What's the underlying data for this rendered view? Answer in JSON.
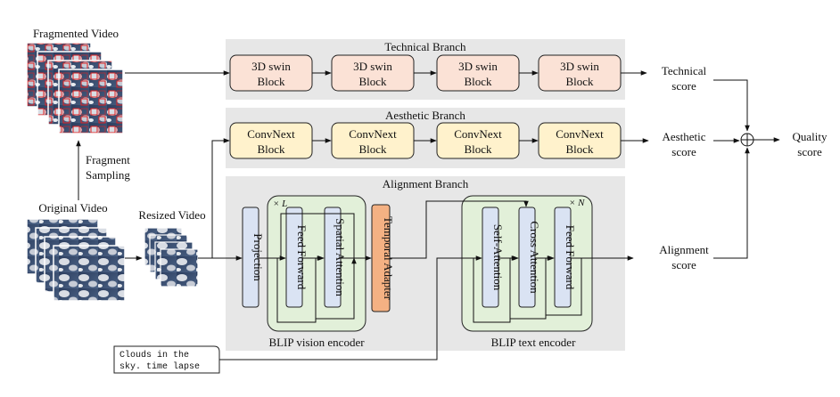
{
  "inputs": {
    "fragmented_video": "Fragmented Video",
    "fragment_sampling": [
      "Fragment",
      "Sampling"
    ],
    "original_video": "Original  Video",
    "resized_video": "Resized Video",
    "text_prompt": [
      "Clouds in the",
      "sky. time lapse"
    ]
  },
  "technical_branch": {
    "title": "Technical Branch",
    "blocks": [
      [
        "3D swin",
        "Block"
      ],
      [
        "3D swin",
        "Block"
      ],
      [
        "3D swin",
        "Block"
      ],
      [
        "3D swin",
        "Block"
      ]
    ],
    "output": [
      "Technical",
      "score"
    ]
  },
  "aesthetic_branch": {
    "title": "Aesthetic Branch",
    "blocks": [
      [
        "ConvNext",
        "Block"
      ],
      [
        "ConvNext",
        "Block"
      ],
      [
        "ConvNext",
        "Block"
      ],
      [
        "ConvNext",
        "Block"
      ]
    ],
    "output": [
      "Aesthetic",
      "score"
    ]
  },
  "alignment_branch": {
    "title": "Alignment Branch",
    "vision_encoder": {
      "label": "BLIP vision encoder",
      "repeat": "× L",
      "modules": [
        "Projection",
        "Feed Forward",
        "Spatial Attention"
      ]
    },
    "temporal_adapter": "Temporal Adapter",
    "text_encoder": {
      "label": "BLIP text encoder",
      "repeat": "× N",
      "modules": [
        "Self-Attention",
        "Cross Attention",
        "Feed Forward"
      ]
    },
    "output": [
      "Alignment",
      "score"
    ]
  },
  "fusion": {
    "output": [
      "Quality",
      "score"
    ]
  },
  "colors": {
    "branch_bg": "#e7e7e7",
    "swin_block": "#fbe2d6",
    "convnext_block": "#fff2cc",
    "module_blue": "#dae3f3",
    "encoder_green": "#e2f0d9",
    "temporal_adapter": "#f4b183"
  }
}
